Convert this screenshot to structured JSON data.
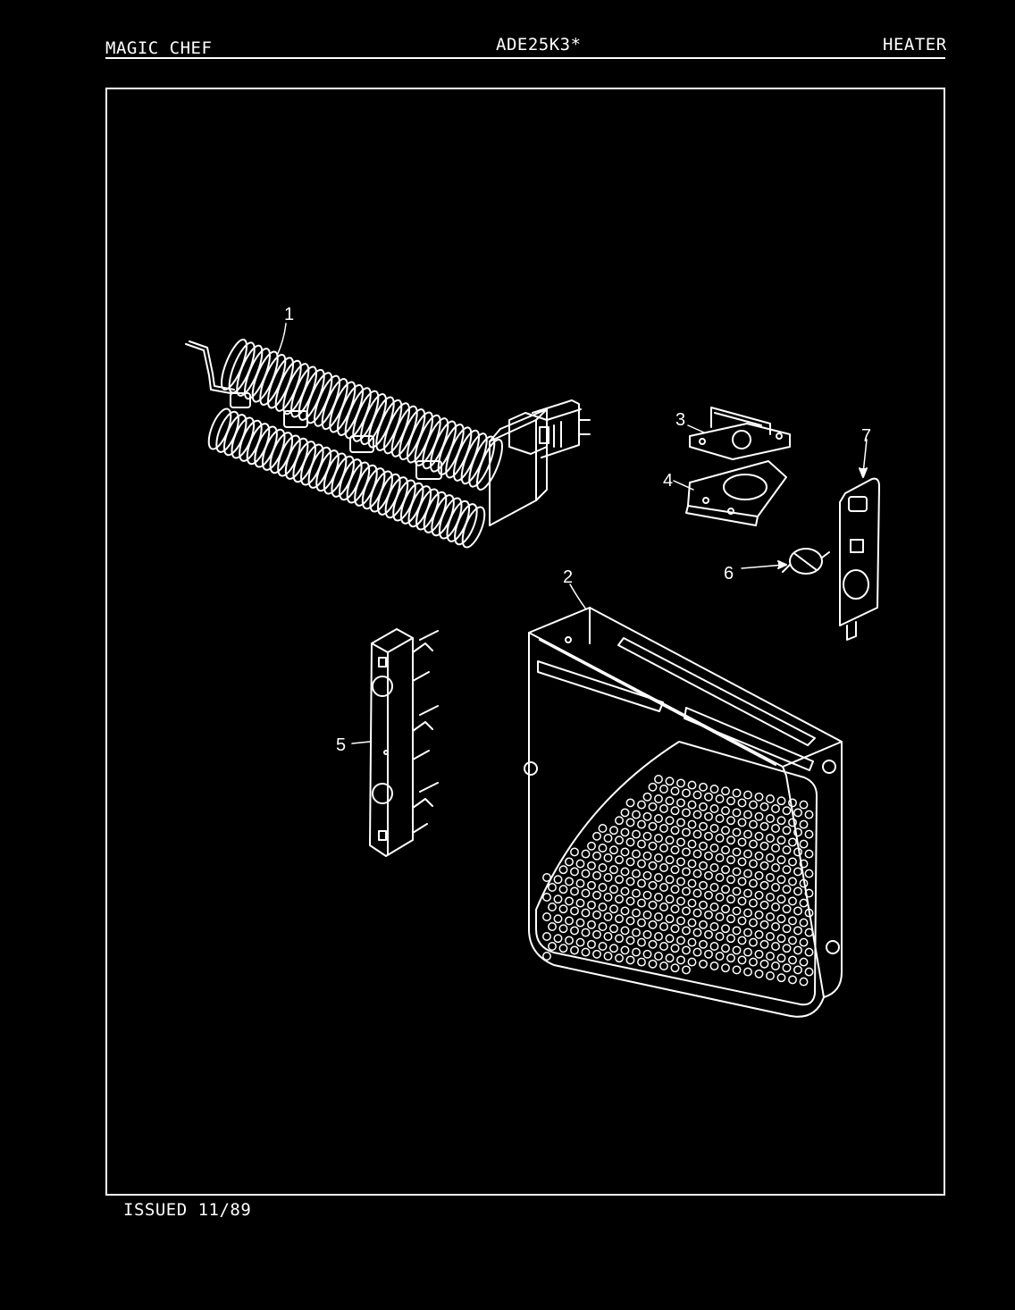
{
  "header": {
    "brand": "MAGIC CHEF",
    "model": "ADE25K3*",
    "section": "HEATER"
  },
  "footer": {
    "issued": "ISSUED 11/89"
  },
  "callouts": {
    "c1": "1",
    "c2": "2",
    "c3": "3",
    "c4": "4",
    "c5": "5",
    "c6": "6",
    "c7": "7"
  },
  "colors": {
    "background": "#000000",
    "line": "#ffffff"
  }
}
